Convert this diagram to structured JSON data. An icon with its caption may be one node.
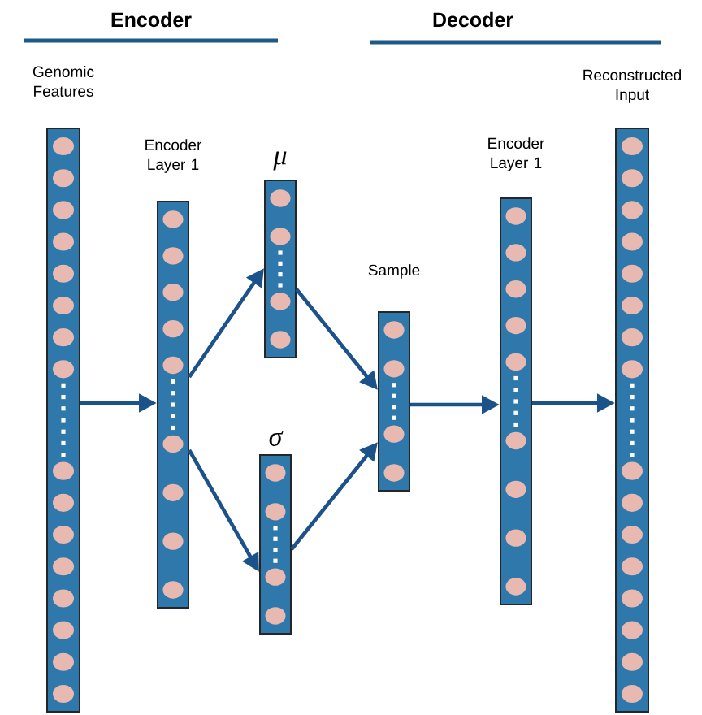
{
  "diagram": {
    "nodes": [
      {
        "text": [
          "Genomic Features"
        ]
      },
      {
        "text": [
          "Encoder Layer 1"
        ]
      },
      {
        "text": [
          "μ"
        ]
      },
      {
        "text": [
          "σ"
        ]
      },
      {
        "text": [
          "Sample"
        ]
      },
      {
        "text": [
          "Encoder Layer 1"
        ]
      },
      {
        "text": [
          "Reconstructed Input"
        ]
      }
    ],
    "edges": [
      {
        "from": 0,
        "to": 1,
        "arrow": "to"
      },
      {
        "from": 1,
        "to": 2,
        "arrow": "to"
      },
      {
        "from": 1,
        "to": 3,
        "arrow": "to"
      },
      {
        "from": 2,
        "to": 4,
        "arrow": "to"
      },
      {
        "from": 3,
        "to": 4,
        "arrow": "to"
      },
      {
        "from": 4,
        "to": 5,
        "arrow": "to"
      },
      {
        "from": 5,
        "to": 6,
        "arrow": "to"
      }
    ],
    "labels": [
      "Encoder",
      "Decoder"
    ]
  }
}
